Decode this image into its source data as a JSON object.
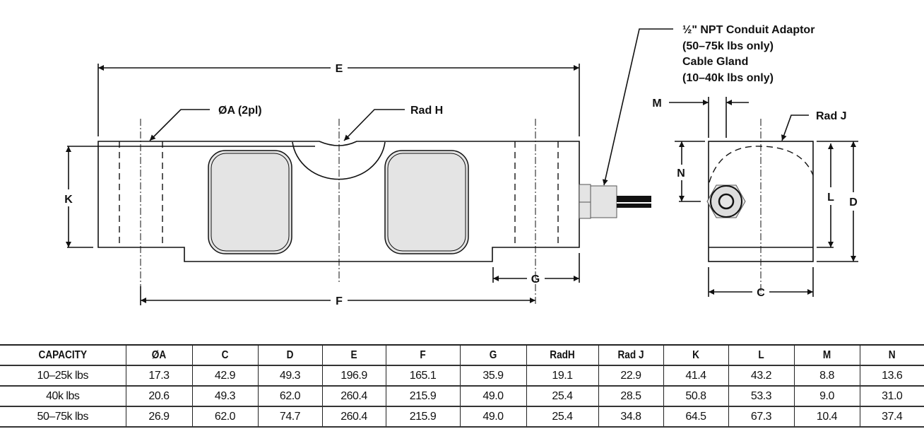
{
  "labels": {
    "E": "E",
    "F": "F",
    "G": "G",
    "K": "K",
    "hole": "ØA (2pl)",
    "rad_h": "Rad H",
    "conduit_line1": "½\" NPT Conduit Adaptor",
    "conduit_line2": "(50–75k lbs only)",
    "conduit_line3": "Cable Gland",
    "conduit_line4": "(10–40k lbs only)",
    "M": "M",
    "N": "N",
    "rad_j": "Rad J",
    "L": "L",
    "D": "D",
    "C": "C"
  },
  "table": {
    "headers": [
      "CAPACITY",
      "ØA",
      "C",
      "D",
      "E",
      "F",
      "G",
      "RadH",
      "Rad J",
      "K",
      "L",
      "M",
      "N"
    ],
    "rows": [
      [
        "10–25k lbs",
        "17.3",
        "42.9",
        "49.3",
        "196.9",
        "165.1",
        "35.9",
        "19.1",
        "22.9",
        "41.4",
        "43.2",
        "8.8",
        "13.6"
      ],
      [
        "40k lbs",
        "20.6",
        "49.3",
        "62.0",
        "260.4",
        "215.9",
        "49.0",
        "25.4",
        "28.5",
        "50.8",
        "53.3",
        "9.0",
        "31.0"
      ],
      [
        "50–75k lbs",
        "26.9",
        "62.0",
        "74.7",
        "260.4",
        "215.9",
        "49.0",
        "25.4",
        "34.8",
        "64.5",
        "67.3",
        "10.4",
        "37.4"
      ]
    ]
  }
}
